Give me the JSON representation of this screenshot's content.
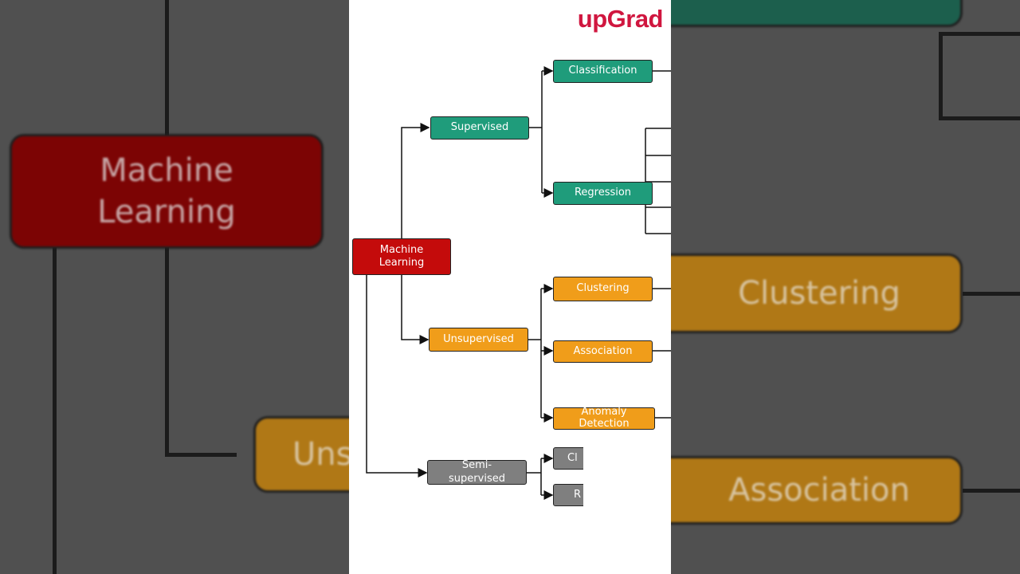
{
  "brand": {
    "logo": "upGrad",
    "logo_color": "#d0163f"
  },
  "colors": {
    "root": "#c40b0b",
    "supervised": "#1f9c7b",
    "unsupervised": "#f09d1a",
    "semi": "#7f7f7f"
  },
  "background": {
    "root_label": "Machine Learning",
    "unsupervised_partial": "Uns",
    "clustering_label": "Clustering",
    "association_label": "Association"
  },
  "diagram": {
    "root": "Machine Learning",
    "branches": {
      "supervised": {
        "label": "Supervised",
        "children": [
          "Classification",
          "Regression"
        ]
      },
      "unsupervised": {
        "label": "Unsupervised",
        "children": [
          "Clustering",
          "Association",
          "Anomaly Detection"
        ]
      },
      "semi": {
        "label": "Semi-supervised",
        "children": [
          "Cl",
          "R"
        ]
      }
    }
  }
}
